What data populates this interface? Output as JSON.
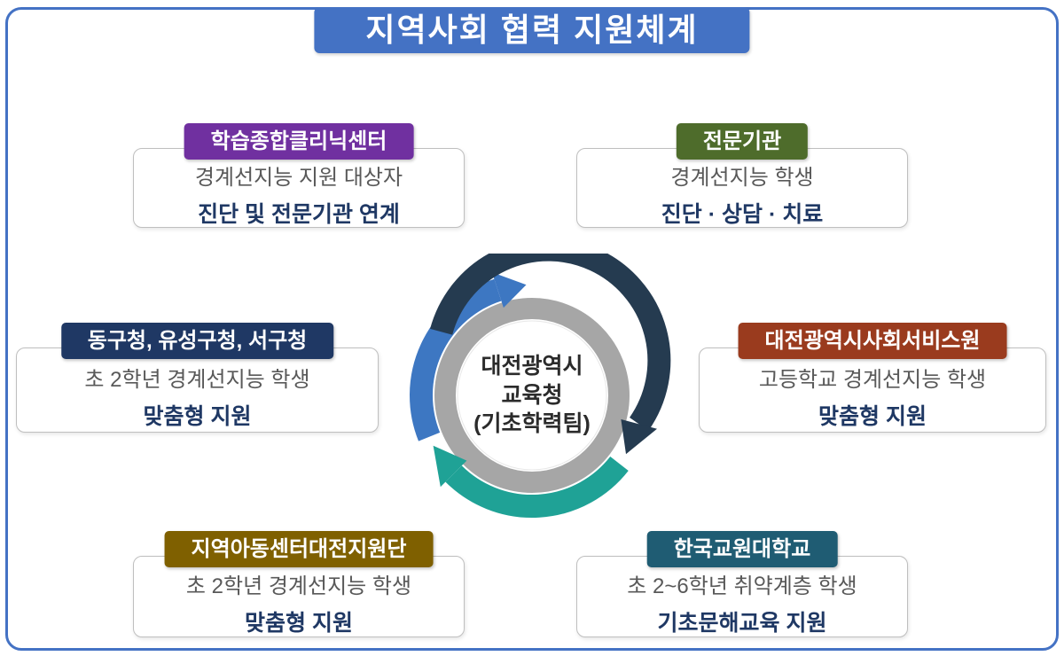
{
  "title": "지역사회 협력 지원체계",
  "center": {
    "line1": "대전광역시",
    "line2": "교육청",
    "line3": "(기초학력팀)"
  },
  "boxes": [
    {
      "header": "학습종합클리닉센터",
      "color": "#7030A0",
      "line1": "경계선지능 지원 대상자",
      "line2": "진단 및 전문기관 연계"
    },
    {
      "header": "전문기관",
      "color": "#4E6C2B",
      "line1": "경계선지능 학생",
      "line2": "진단 · 상담 · 치료"
    },
    {
      "header": "동구청, 유성구청, 서구청",
      "color": "#1F3864",
      "line1": "초 2학년 경계선지능 학생",
      "line2": "맞춤형 지원"
    },
    {
      "header": "대전광역시사회서비스원",
      "color": "#9A3B1E",
      "line1": "고등학교 경계선지능 학생",
      "line2": "맞춤형 지원"
    },
    {
      "header": "지역아동센터대전지원단",
      "color": "#7F6000",
      "line1": "초 2학년 경계선지능 학생",
      "line2": "맞춤형 지원"
    },
    {
      "header": "한국교원대학교",
      "color": "#1F5C73",
      "line1": "초 2~6학년 취약계층 학생",
      "line2": "기초문해교육 지원"
    }
  ],
  "colors": {
    "frame": "#4472C4",
    "title_bg": "#4472C4",
    "body_line1": "#595959",
    "body_line2": "#1F3864",
    "cycle_top_arc": "#253B50",
    "cycle_right_arc": "#1FA296",
    "cycle_left_arc": "#3D77C2",
    "cycle_ring": "#A6A6A6",
    "center_text": "#2B2B2B"
  }
}
